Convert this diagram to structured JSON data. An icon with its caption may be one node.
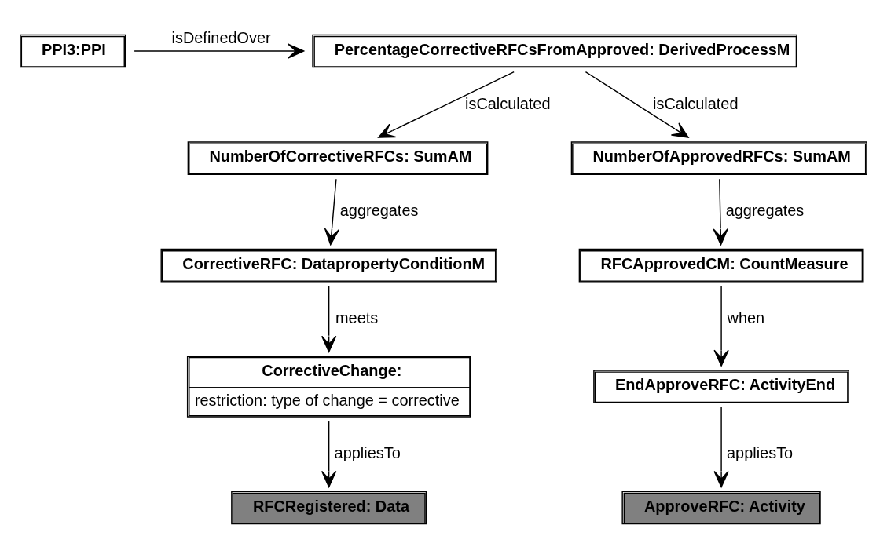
{
  "diagram": {
    "nodes": [
      {
        "text": [
          "PPI3:PPI"
        ]
      },
      {
        "text": [
          "PercentageCorrectiveRFCsFromApproved: DerivedProcessM"
        ]
      },
      {
        "text": [
          "NumberOfCorrectiveRFCs: SumAM"
        ]
      },
      {
        "text": [
          "NumberOfApprovedRFCs: SumAM"
        ]
      },
      {
        "text": [
          "CorrectiveRFC: DatapropertyConditionM"
        ]
      },
      {
        "text": [
          "RFCApprovedCM: CountMeasure"
        ]
      },
      {
        "text": [
          "CorrectiveChange:",
          "restriction: type of change = corrective"
        ]
      },
      {
        "text": [
          "EndApproveRFC: ActivityEnd"
        ]
      },
      {
        "text": [
          "RFCRegistered: Data"
        ]
      },
      {
        "text": [
          "ApproveRFC: Activity"
        ]
      }
    ],
    "edges": [
      {
        "from": 0,
        "to": 1,
        "arrow": "to",
        "label": "isDefinedOver"
      },
      {
        "from": 1,
        "to": 2,
        "arrow": "to",
        "label": "isCalculated"
      },
      {
        "from": 1,
        "to": 3,
        "arrow": "to",
        "label": "isCalculated"
      },
      {
        "from": 2,
        "to": 4,
        "arrow": "to",
        "label": "aggregates"
      },
      {
        "from": 3,
        "to": 5,
        "arrow": "to",
        "label": "aggregates"
      },
      {
        "from": 4,
        "to": 6,
        "arrow": "to",
        "label": "meets"
      },
      {
        "from": 5,
        "to": 7,
        "arrow": "to",
        "label": "when"
      },
      {
        "from": 6,
        "to": 8,
        "arrow": "to",
        "label": "appliesTo"
      },
      {
        "from": 7,
        "to": 9,
        "arrow": "to",
        "label": "appliesTo"
      }
    ]
  }
}
